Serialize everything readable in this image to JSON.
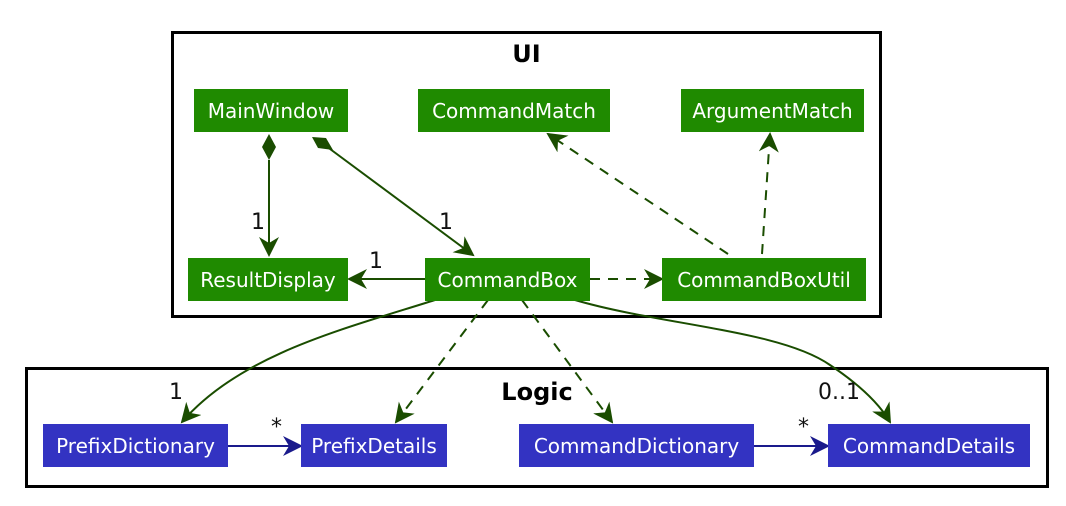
{
  "packages": {
    "ui": {
      "title": "UI",
      "border_color": "#000000"
    },
    "logic": {
      "title": "Logic",
      "border_color": "#000000"
    }
  },
  "classes": {
    "main_window": "MainWindow",
    "command_match": "CommandMatch",
    "argument_match": "ArgumentMatch",
    "result_display": "ResultDisplay",
    "command_box": "CommandBox",
    "command_box_util": "CommandBoxUtil",
    "prefix_dictionary": "PrefixDictionary",
    "prefix_details": "PrefixDetails",
    "command_dictionary": "CommandDictionary",
    "command_details": "CommandDetails"
  },
  "multiplicities": {
    "mainwindow_resultdisplay": "1",
    "mainwindow_commandbox": "1",
    "commandbox_resultdisplay": "1",
    "commandbox_prefixdictionary": "1",
    "prefixdictionary_prefixdetails": "*",
    "commanddictionary_commanddetails": "*",
    "commandbox_commanddetails": "0..1"
  },
  "colors": {
    "ui_class_fill": "#1f8a00",
    "logic_class_fill": "#3333c2",
    "ui_edge": "#1a4d00",
    "logic_edge": "#1a1a8c",
    "class_text": "#ffffff"
  }
}
